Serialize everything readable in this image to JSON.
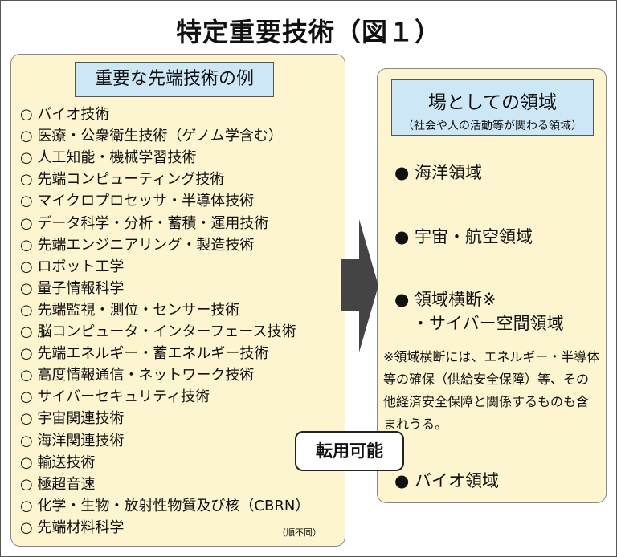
{
  "title": "特定重要技術（図１）",
  "left": {
    "header": "重要な先端技術の例",
    "items": [
      "○ バイオ技術",
      "○ 医療・公衆衛生技術（ゲノム学含む）",
      "○ 人工知能・機械学習技術",
      "○ 先端コンピューティング技術",
      "○ マイクロプロセッサ・半導体技術",
      "○ データ科学・分析・蓄積・運用技術",
      "○ 先端エンジニアリング・製造技術",
      "○ ロボット工学",
      "○ 量子情報科学",
      "○ 先端監視・測位・センサー技術",
      "○ 脳コンピュータ・インターフェース技術",
      "○ 先端エネルギー・蓄エネルギー技術",
      "○ 高度情報通信・ネットワーク技術",
      "○ サイバーセキュリティ技術",
      "○ 宇宙関連技術",
      "○ 海洋関連技術",
      "○ 輸送技術",
      "○ 極超音速",
      "○ 化学・生物・放射性物質及び核（CBRN）",
      "○ 先端材料科学"
    ],
    "order_note": "（順不同）"
  },
  "right": {
    "header": "場としての領域",
    "subheader": "（社会や人の活動等が関わる領域）",
    "fields": [
      "● 海洋領域",
      "● 宇宙・航空領域",
      "● 領域横断※",
      "・サイバー空間領域",
      "● バイオ領域"
    ],
    "note": "※領域横断には、エネルギー・半導体等の確保（供給安全保障）等、その他経済安全保障と関係するものも含まれうる。"
  },
  "dual_use_label": "転用可能",
  "colors": {
    "box": "#fdf5cf",
    "header": "#cde7f7",
    "arrow": "#444444"
  }
}
